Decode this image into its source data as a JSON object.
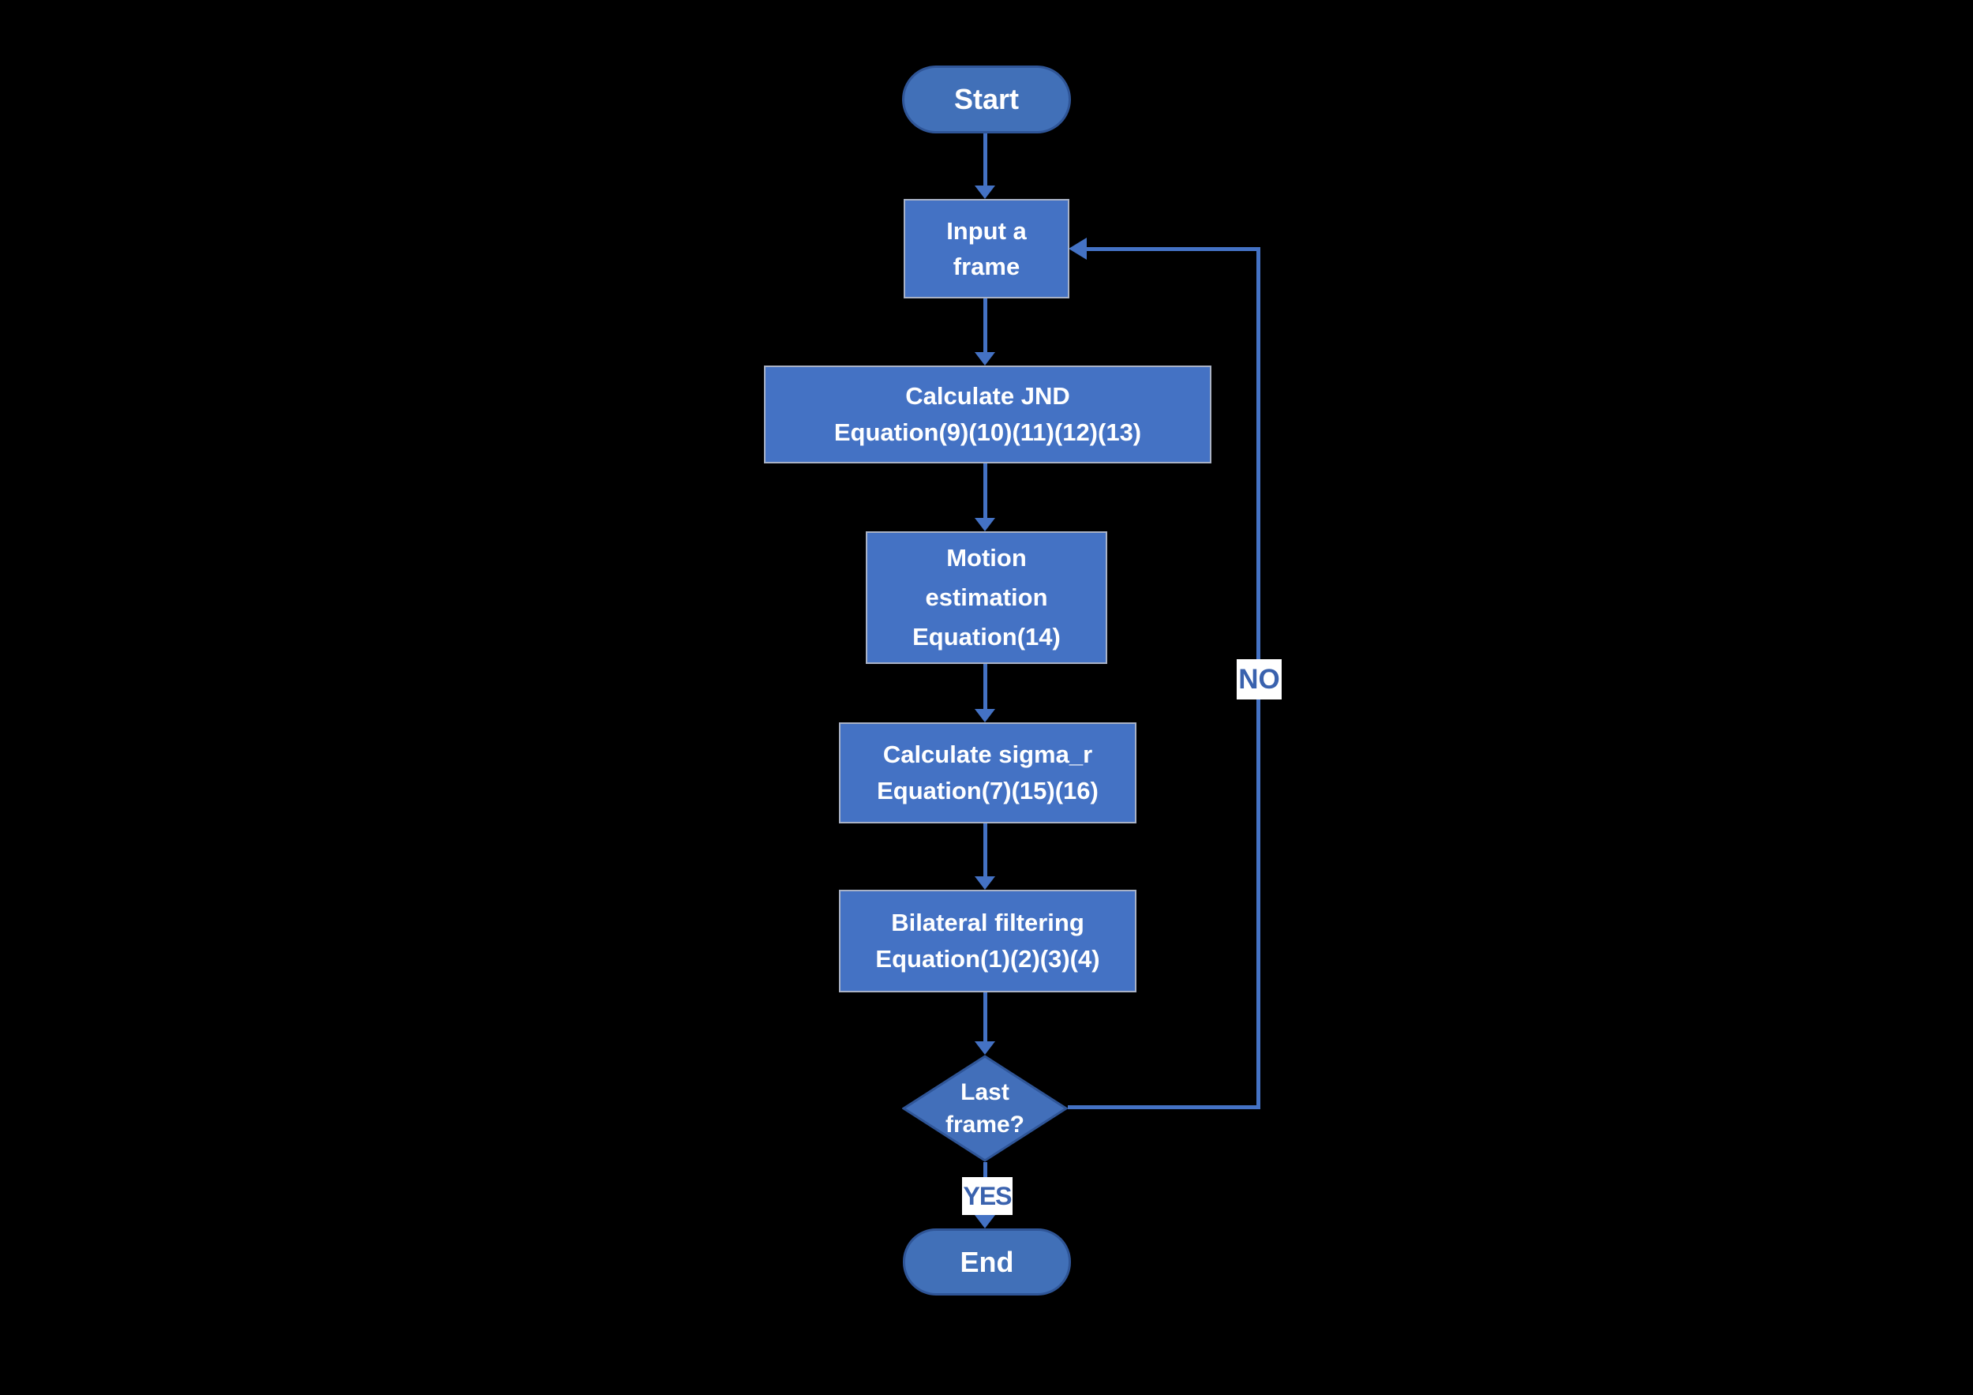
{
  "colors": {
    "background": "#000000",
    "edge": "#4472C4",
    "process_fill": "#4472C4",
    "process_border": "#A9B2C6",
    "terminator_fill": "#4170B8",
    "terminator_border": "#2F5597",
    "decision_fill": "#426FBA",
    "decision_border": "#2F5597",
    "node_text": "#FFFFFF",
    "edge_label_text": "#3A62AE",
    "edge_label_bg": "#FFFFFF"
  },
  "nodes": {
    "start": {
      "type": "terminator",
      "label": "Start"
    },
    "input_frame": {
      "type": "process",
      "label": "Input a frame",
      "lines": [
        "Input a",
        "frame"
      ]
    },
    "calculate_jnd": {
      "type": "process",
      "label": "Calculate JND Equation(9)(10)(11)(12)(13)",
      "lines": [
        "Calculate JND",
        "Equation(9)(10)(11)(12)(13)"
      ]
    },
    "motion_estimation": {
      "type": "process",
      "label": "Motion estimation Equation(14)",
      "lines": [
        "Motion",
        "estimation",
        "Equation(14)"
      ]
    },
    "calculate_sigma_r": {
      "type": "process",
      "label": "Calculate sigma_r Equation(7)(15)(16)",
      "lines": [
        "Calculate sigma_r",
        "Equation(7)(15)(16)"
      ]
    },
    "bilateral_filtering": {
      "type": "process",
      "label": "Bilateral filtering Equation(1)(2)(3)(4)",
      "lines": [
        "Bilateral filtering",
        "Equation(1)(2)(3)(4)"
      ]
    },
    "last_frame": {
      "type": "decision",
      "label": "Last frame?",
      "lines": [
        "Last",
        "frame?"
      ]
    },
    "end": {
      "type": "terminator",
      "label": "End"
    }
  },
  "edge_labels": {
    "yes": "YES",
    "no": "NO"
  }
}
